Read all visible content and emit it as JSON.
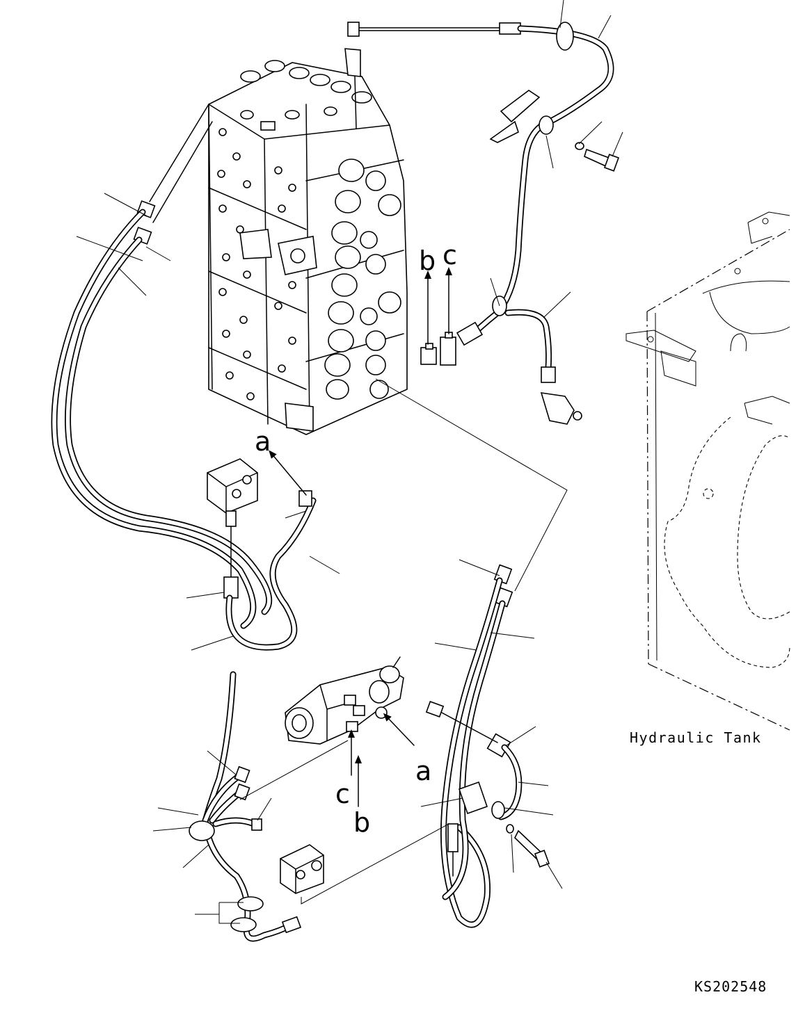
{
  "labels": {
    "tank": "Hydraulic Tank",
    "drawing_number": "KS202548"
  },
  "connection_letters": {
    "a": "a",
    "b": "b",
    "c": "c"
  }
}
